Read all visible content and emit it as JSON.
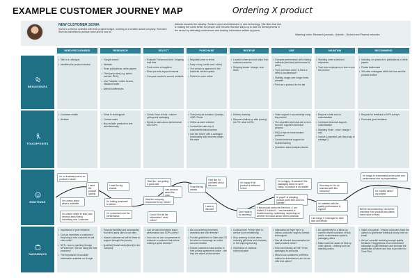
{
  "header": {
    "title": "EXAMPLE CUSTOMER JOURNEY MAP",
    "subtitle": "Ordering X product"
  },
  "persona": {
    "name": "NEW CUSTOMER SONIA",
    "description": "Sonia is a Senior scientist with their project budget, working at a smaller-sized company. Scenario: She has identified a product need and is new to",
    "attitude": "Attitude towards the industry: Sonia is open and interested in new technology. She likes that she is making the world better for people and ensures that she stays up to date on developments in the sector by attending conferences and reading information written by peers.",
    "watering": "Watering holes: Research journals, LinkedIn - Biotech and Pharma networks"
  },
  "rows": {
    "behaviours": "BEHAVIOURS",
    "touchpoints": "TOUCHPOINTS",
    "emotions": "EMOTIONS",
    "takeaways": "TAKEAWAYS"
  },
  "phases": [
    "NEED RECOGNISED",
    "RESEARCH",
    "SELECT",
    "PURCHASE",
    "RECEIVE",
    "USE",
    "MAINTAIN",
    "RECOMMEND"
  ],
  "behaviours": [
    [
      "Talk to a colleague",
      "Identifies the product needed"
    ],
    [
      "Google search",
      "Website",
      "Read publications, white papers",
      "Third party sites (e.g. select science, RUO)",
      "Use Pubslide / online forums, #BiotechTwitter",
      "Attend conferences"
    ],
    [
      "Evaluate Turnaround time / shipping lead time",
      "Price review of suppliers",
      "Read pre-sale support material",
      "Compare results to current products"
    ],
    [
      "Negotiate price or terms",
      "Easy to buy (credit card / other)",
      "The vendor is approved in the business vendor system",
      "Prefers to order online"
    ],
    [
      "Location where product ships from customs concerns",
      "Shipping issues / charge, lead times"
    ],
    [
      "Compare performance with existing methods (technical performance & price)",
      "Try it out! Did it work? Is there a need to troubleshoot?",
      "Stability, usage over longer times possible",
      "Print out a protocol for the lab"
    ],
    [
      "Standing order scheduled shipments",
      "Train new employees on how to use the product"
    ],
    [
      "Including our products in publications or white papers",
      "Private testimonial",
      "Tell other colleagues within lab how and the product worked"
    ]
  ],
  "touchpoints": [
    [
      "Customer emails",
      "Website"
    ],
    [
      "Email to techsupport",
      "Contact sales",
      "Buy multiple products to test simultaneously"
    ],
    [
      "Check: Ease of bulk / custom pricing and packaging",
      "Speak to sales about performance and SOPs"
    ],
    [
      "Third party ad domains: Quantys, VWR, Fisher",
      "Online account creation",
      "Contact the sales rep & customer/technical service",
      "Use the 'Share' with a colleague functionality with whoever places the order"
    ],
    [
      "Delivery tracking",
      "Request a follow up after placing the PO: what is ETA"
    ],
    [
      "Video support in successfully using the product",
      "The expedited technical call or tech from the supplier's technical process",
      "FAQ or tips for more evident problems",
      "Contact technical support for troubleshooting",
      "Questions about analysis results"
    ],
    [
      "Request a bulk and /or customisation",
      "Continued technical support, customisation",
      "Standing Order - new / change / lock",
      "Invoice & payment (are they easy to manage?)"
    ],
    [
      "Request for feedback or NPS surveys",
      "Promotes good feedback"
    ]
  ],
  "emotions": [
    "I'm so frustrated we've no product in stock!",
    "I need the product quickly",
    "I'm curious about what is available",
    "I'm unsure where to start, and nervous about trying something new / unknown",
    "I trust the big brands.",
    "I'm feeling pressured to deliver.",
    "I'm concerned over the performance.",
    "I feel like I am getting a good deal.",
    "I am anxious about the price.",
    "Was the company responsive to my needs?",
    "Could I find all the information I need online?",
    "I feel like I'm confident about the price",
    "I trust the big brands",
    "I seek a discount",
    "I'm happy if the product is delivered in time",
    "Don't want to do anything?",
    "I'm unhappy / frustrated if the packaging does not open easily, or product is not stable!",
    "Is 'payoff' of adopting product worth time and $ to operate?",
    "If the product works the first time = I am thrilled, if it doesn't - I am interested in troubleshooting / optimising, depending on whether technical advice seems practical",
    "I'm satisfied with the quality performance & support",
    "How easy is it to do business with this company?",
    "I am happy if I managed to save time and efforts",
    "I'm happy to recommend as the price and performance met my expectations",
    "I'm hopeful about my project",
    "Before recommending I am sense checking if the product and claims have stood to finish"
  ],
  "takeaways": [
    [
      "Importance of peer influence",
      "Can we incentivise a customer if they bring a new customer to sell extra units?",
      "NPS - how is upselling through NPS/service? Are we using the best practices?",
      "The importance of accurate information available on Google"
    ],
    [
      "Ensured flexibility and accessibility from third party sites to our sites",
      "Assure customer we will be there to support through the journey",
      "[positive] Social media [trend] to the company"
    ],
    [
      "Can we add information about performance and SOPs online?",
      "How can we use our presence to reassure a customer that before making a quick decision?"
    ],
    [
      "Are our ordering processes seamless and user friendly?",
      "Provide guidelines for Sales and CS for when to encourage an online account creation",
      "Ensure customers have access to their pricing agreements online - are they are aware of this service."
    ],
    [
      "A critical time: Prompt their in-service touch relationship",
      "Stop ordering in-stock items including gift items and channels, or the shipping tracking",
      "Importance of continue communication"
    ],
    [
      "Information at finger tips e.g. videos, protocols, ways to contact techsupport",
      "Can all relevant documentation be easily located online?",
      "How user-friendly are we? From packaging to protocols.",
      "What is our customers' preferred method to troubleshoot, and do we offer that option?"
    ],
    [
      "An opportunity for a follow up comms, inform customer of bulk and/or customisation options, packaging offers",
      "Make customer aware of Nick up order options - delivery such as standing orders"
    ],
    [
      "Value of a partner - ensure customers have the options to give/leave feedback at any time via email",
      "Are we currently receiving enough quality feedback? Suggestions of an incentivised campaign to gain feedback and increase the awareness of where and how to provide it to Trust Pilot."
    ]
  ]
}
